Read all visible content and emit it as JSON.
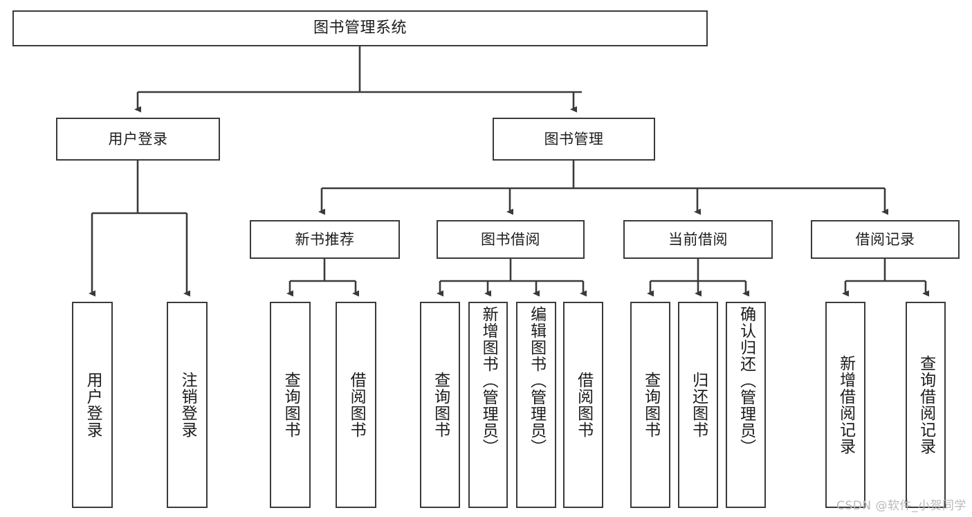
{
  "diagram": {
    "title": "图书管理系统",
    "type": "tree",
    "watermark": "CSDN @软件_小贺同学",
    "colors": {
      "border": "#3a3a3a",
      "fill": "#ffffff",
      "text": "#1c1c1c",
      "connector": "#3a3a3a",
      "watermark": "#b9b9b9"
    },
    "root": {
      "label": "图书管理系统"
    },
    "level2": [
      {
        "label": "用户登录"
      },
      {
        "label": "图书管理"
      }
    ],
    "level3": [
      {
        "label": "新书推荐"
      },
      {
        "label": "图书借阅"
      },
      {
        "label": "当前借阅"
      },
      {
        "label": "借阅记录"
      }
    ],
    "leaves": {
      "user_login": [
        {
          "label": "用户登录"
        },
        {
          "label": "注销登录"
        }
      ],
      "new_book": [
        {
          "label": "查询图书"
        },
        {
          "label": "借阅图书"
        }
      ],
      "book_borrow": [
        {
          "label": "查询图书"
        },
        {
          "label": "新增图书（管理员）"
        },
        {
          "label": "编辑图书（管理员）"
        },
        {
          "label": "借阅图书"
        }
      ],
      "current_borrow": [
        {
          "label": "查询图书"
        },
        {
          "label": "归还图书"
        },
        {
          "label": "确认归还（管理员）"
        }
      ],
      "borrow_record": [
        {
          "label": "新增借阅记录"
        },
        {
          "label": "查询借阅记录"
        }
      ]
    }
  }
}
